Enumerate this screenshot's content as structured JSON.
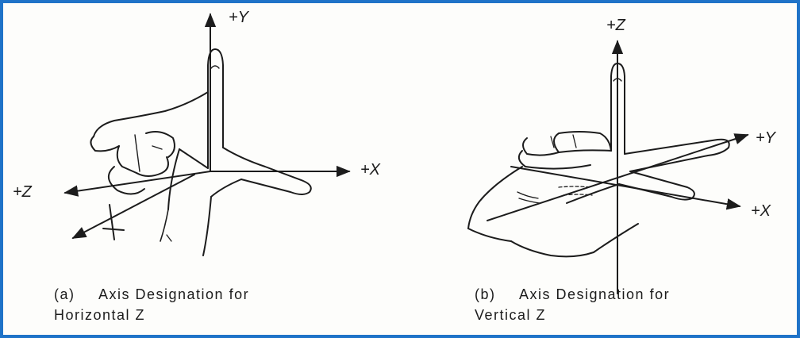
{
  "figure_a": {
    "axis_y": "+Y",
    "axis_x": "+X",
    "axis_z": "+Z",
    "caption_tag": "(a)",
    "caption_line1": "Axis Designation for",
    "caption_line2": "Horizontal Z"
  },
  "figure_b": {
    "axis_z": "+Z",
    "axis_y": "+Y",
    "axis_x": "+X",
    "caption_tag": "(b)",
    "caption_line1": "Axis Designation for",
    "caption_line2": "Vertical Z"
  },
  "colors": {
    "frame_border": "#1f73c8",
    "ink": "#1c1c1c",
    "paper": "#fdfdfb"
  }
}
